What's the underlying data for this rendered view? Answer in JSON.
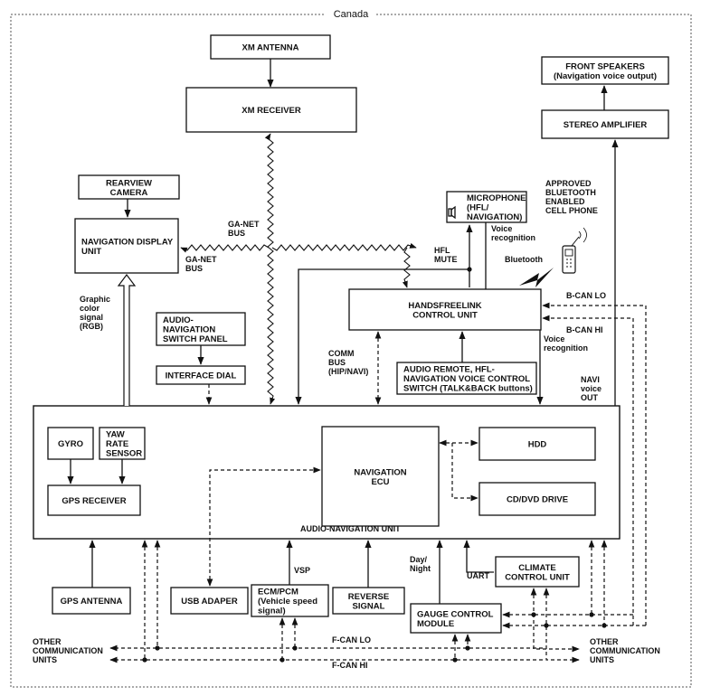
{
  "region": "Canada",
  "boxes": {
    "xm_antenna": [
      "XM ANTENNA"
    ],
    "xm_receiver": [
      "XM RECEIVER"
    ],
    "front_speakers": [
      "FRONT SPEAKERS",
      "(Navigation voice output)"
    ],
    "stereo_amplifier": [
      "STEREO AMPLIFIER"
    ],
    "rearview_camera": [
      "REARVIEW",
      "CAMERA"
    ],
    "navigation_display": [
      "NAVIGATION DISPLAY",
      "UNIT"
    ],
    "microphone": [
      "MICROPHONE",
      "(HFL/",
      "NAVIGATION)"
    ],
    "handsfreelink": [
      "HANDSFREELINK",
      "CONTROL UNIT"
    ],
    "switch_panel": [
      "AUDIO-",
      "NAVIGATION",
      "SWITCH PANEL"
    ],
    "interface_dial": [
      "INTERFACE DIAL"
    ],
    "audio_remote": [
      "AUDIO REMOTE, HFL-",
      "NAVIGATION VOICE CONTROL",
      "SWITCH (TALK&BACK buttons)"
    ],
    "gyro": [
      "GYRO"
    ],
    "yaw_sensor": [
      "YAW",
      "RATE",
      "SENSOR"
    ],
    "gps_receiver": [
      "GPS RECEIVER"
    ],
    "navigation_ecu": [
      "NAVIGATION",
      "ECU"
    ],
    "hdd": [
      "HDD"
    ],
    "cd_dvd": [
      "CD/DVD DRIVE"
    ],
    "gps_antenna": [
      "GPS ANTENNA"
    ],
    "usb_adapter": [
      "USB ADAPER"
    ],
    "ecm_pcm": [
      "ECM/PCM",
      "(Vehicle speed",
      "signal)"
    ],
    "reverse_signal": [
      "REVERSE",
      "SIGNAL"
    ],
    "climate_control": [
      "CLIMATE",
      "CONTROL UNIT"
    ],
    "gauge_control": [
      "GAUGE CONTROL",
      "MODULE"
    ]
  },
  "labels": {
    "audio_navigation_unit": [
      "AUDIO-NAVIGATION UNIT"
    ],
    "phone": [
      "APPROVED",
      "BLUETOOTH",
      "ENABLED",
      "CELL PHONE"
    ],
    "ganet_bus_top": [
      "GA-NET",
      "BUS"
    ],
    "ganet_bus_bottom": [
      "GA-NET",
      "BUS"
    ],
    "graphic_signal": [
      "Graphic",
      "color",
      "signal",
      "(RGB)"
    ],
    "hfl_mute": [
      "HFL",
      "MUTE"
    ],
    "voice_recognition_top": [
      "Voice",
      "recognition"
    ],
    "bluetooth": [
      "Bluetooth"
    ],
    "bcan_lo": [
      "B-CAN LO"
    ],
    "bcan_hi": [
      "B-CAN HI"
    ],
    "voice_recognition_right": [
      "Voice",
      "recognition"
    ],
    "comm_bus": [
      "COMM",
      "BUS",
      "(HIP/NAVI)"
    ],
    "navi_voice_out": [
      "NAVI",
      "voice",
      "OUT"
    ],
    "vsp": [
      "VSP"
    ],
    "day_night": [
      "Day/",
      "Night"
    ],
    "uart": [
      "UART"
    ],
    "fcan_lo": [
      "F-CAN LO"
    ],
    "fcan_hi": [
      "F-CAN HI"
    ],
    "other_units_left": [
      "OTHER",
      "COMMUNICATION",
      "UNITS"
    ],
    "other_units_right": [
      "OTHER",
      "COMMUNICATION",
      "UNITS"
    ]
  },
  "icons": [
    "microphone-icon",
    "cell-phone-icon",
    "lightning-bolt-icon"
  ]
}
